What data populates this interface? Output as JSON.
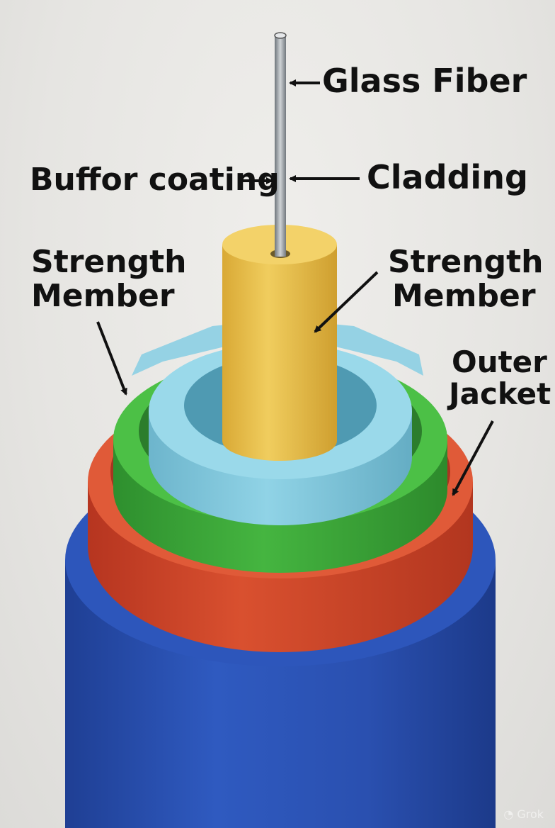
{
  "labels": {
    "glass_fiber": "Glass Fiber",
    "buffer_coating": "Buffor coating",
    "cladding": "Cladding",
    "strength_member_left": [
      "Strength",
      "Member"
    ],
    "strength_member_right": [
      "Strength",
      "Member"
    ],
    "outer_jacket": [
      "Outer",
      "Jacket"
    ]
  },
  "watermark": "Grok",
  "colors": {
    "outer_jacket": "#2a52b5",
    "red_layer": "#d2472e",
    "green_layer": "#3aa93a",
    "cyan_layer": "#7fc8de",
    "core": "#e8c150",
    "fiber": "#9da3a8"
  }
}
